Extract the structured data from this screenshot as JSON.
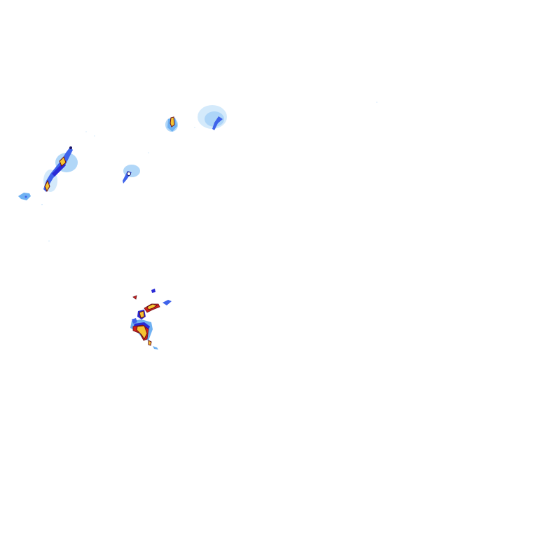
{
  "map": {
    "kind": "weather radar reflectivity overlay",
    "background": "#ffffff",
    "legend_visible": false,
    "text_visible": false
  },
  "palette": {
    "very_light": "#cfe8fb",
    "light": "#a9d3f7",
    "medium": "#6fb1f2",
    "blue": "#3f63ea",
    "deep_blue": "#2a2ad6",
    "navy": "#1b1466",
    "yellow": "#f5c431",
    "orange": "#f08a1c",
    "red": "#d0201c",
    "dark_red": "#6a0f18"
  },
  "echoes": [
    {
      "id": "cell-northwest-band",
      "intensity": "moderate-heavy"
    },
    {
      "id": "cell-north-small",
      "intensity": "heavy-core"
    },
    {
      "id": "cell-north-cluster",
      "intensity": "light"
    },
    {
      "id": "cell-west-isolated",
      "intensity": "light-moderate"
    },
    {
      "id": "cell-far-west",
      "intensity": "light"
    },
    {
      "id": "cell-south-cluster",
      "intensity": "heavy"
    }
  ]
}
